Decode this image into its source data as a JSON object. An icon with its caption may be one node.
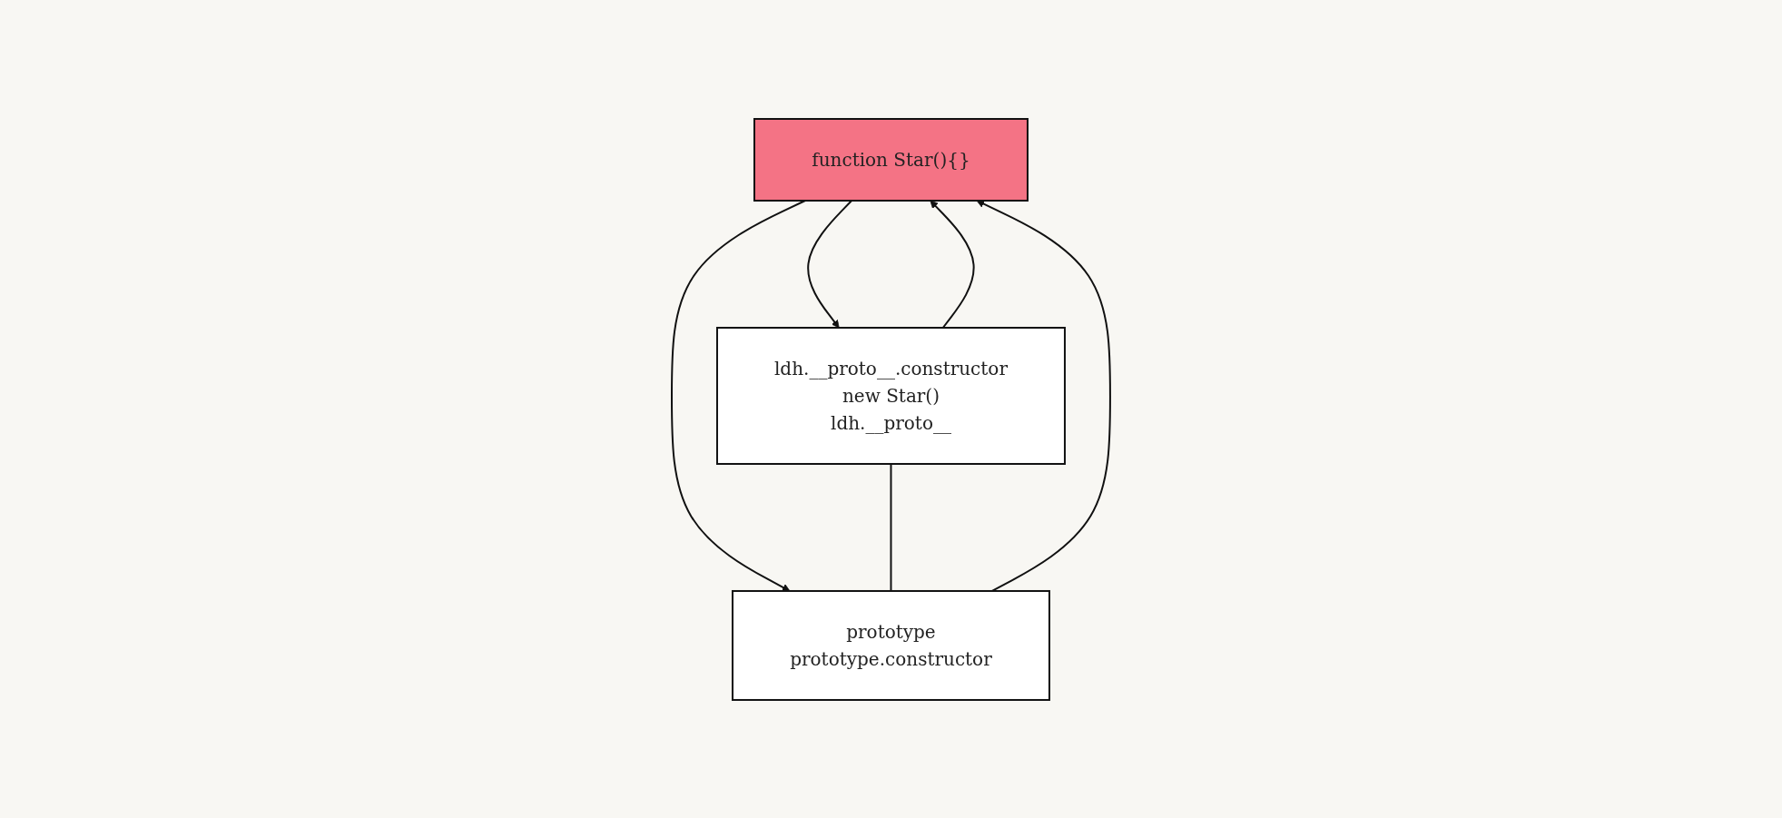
{
  "diagram": {
    "nodes": [
      {
        "text": [
          "function Star(){}"
        ]
      },
      {
        "text": [
          "prototype",
          "prototype.constructor"
        ]
      },
      {
        "text": [
          "ldh.__proto__.constructor",
          "new Star()",
          "ldh.__proto__"
        ]
      }
    ],
    "edges": [
      {
        "from": 0,
        "to": 1,
        "arrow": "to"
      },
      {
        "from": 1,
        "to": 0,
        "arrow": "to"
      },
      {
        "from": 0,
        "to": 2,
        "arrow": "to"
      },
      {
        "from": 2,
        "to": 0,
        "arrow": "to"
      },
      {
        "from": 2,
        "to": 1,
        "arrow": "none"
      }
    ]
  }
}
